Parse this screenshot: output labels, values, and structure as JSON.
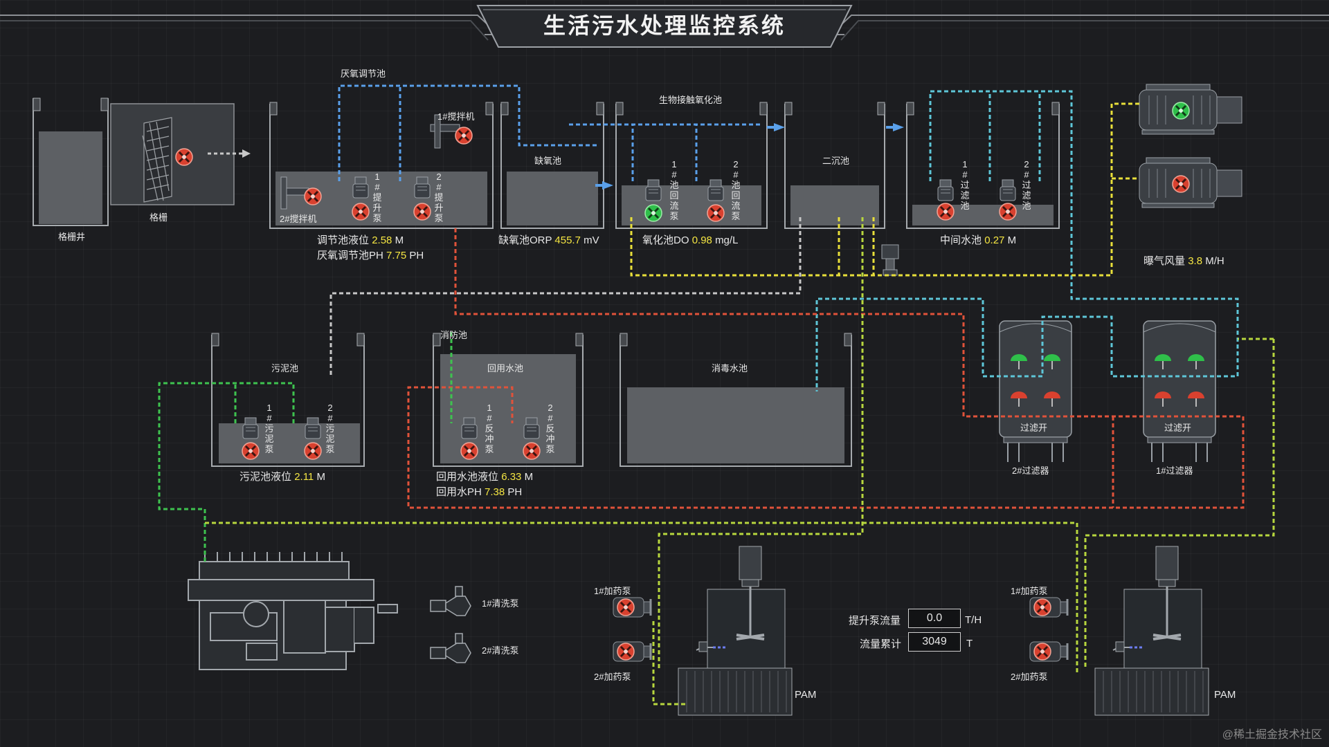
{
  "title": "生活污水处理监控系统",
  "tanks": {
    "grille_well": "格栅井",
    "grille": "格栅",
    "anaerobic_adjust": "厌氧调节池",
    "stirrer1": "1#搅拌机",
    "stirrer2": "2#搅拌机",
    "anoxic": "缺氧池",
    "bio_oxidation": "生物接触氧化池",
    "secondary_settle": "二沉池",
    "sludge": "污泥池",
    "fire_pool": "消防池",
    "reuse": "回用水池",
    "disinfect": "消毒水池"
  },
  "pumps": {
    "lift1": "1#提升泵",
    "lift2": "2#提升泵",
    "return1": "1#池回流泵",
    "return2": "2#池回流泵",
    "filter1": "1#过滤池",
    "filter2": "2#过滤池",
    "sludge1": "1#污泥泵",
    "sludge2": "2#污泥泵",
    "backwash1": "1#反冲泵",
    "backwash2": "2#反冲泵"
  },
  "readings": {
    "adjust_level_label": "调节池液位",
    "adjust_level_value": "2.58",
    "adjust_level_unit": "M",
    "adjust_ph_label": "厌氧调节池PH",
    "adjust_ph_value": "7.75",
    "adjust_ph_unit": "PH",
    "anoxic_orp_label": "缺氧池ORP",
    "anoxic_orp_value": "455.7",
    "anoxic_orp_unit": "mV",
    "oxidation_do_label": "氧化池DO",
    "oxidation_do_value": "0.98",
    "oxidation_do_unit": "mg/L",
    "middle_level_label": "中间水池",
    "middle_level_value": "0.27",
    "middle_level_unit": "M",
    "aeration_label": "曝气风量",
    "aeration_value": "3.8",
    "aeration_unit": "M/H",
    "sludge_level_label": "污泥池液位",
    "sludge_level_value": "2.11",
    "sludge_level_unit": "M",
    "reuse_level_label": "回用水池液位",
    "reuse_level_value": "6.33",
    "reuse_level_unit": "M",
    "reuse_ph_label": "回用水PH",
    "reuse_ph_value": "7.38",
    "reuse_ph_unit": "PH"
  },
  "filters": {
    "f2_state": "过滤开",
    "f2_name": "2#过滤器",
    "f1_state": "过滤开",
    "f1_name": "1#过滤器"
  },
  "cleaning": {
    "pump1": "1#清洗泵",
    "pump2": "2#清洗泵"
  },
  "dosing": {
    "left_pump1": "1#加药泵",
    "left_pump2": "2#加药泵",
    "right_pump1": "1#加药泵",
    "right_pump2": "2#加药泵",
    "left_tank": "PAM",
    "right_tank": "PAM"
  },
  "flow": {
    "lift_flow_label": "提升泵流量",
    "lift_flow_value": "0.0",
    "lift_flow_unit": "T/H",
    "total_label": "流量累计",
    "total_value": "3049",
    "total_unit": "T"
  },
  "watermark": "@稀土掘金技术社区",
  "colors": {
    "pipe_blue": "#5aa0ea",
    "pipe_red": "#e0523a",
    "pipe_green": "#3ec24f",
    "pipe_yellow": "#e8df3a",
    "pipe_gray": "#c8c8c8",
    "pipe_cyan": "#5ec6d8",
    "pump_red": "#d9412f",
    "pump_green": "#2fbf4a",
    "value_yellow": "#f5e642"
  }
}
